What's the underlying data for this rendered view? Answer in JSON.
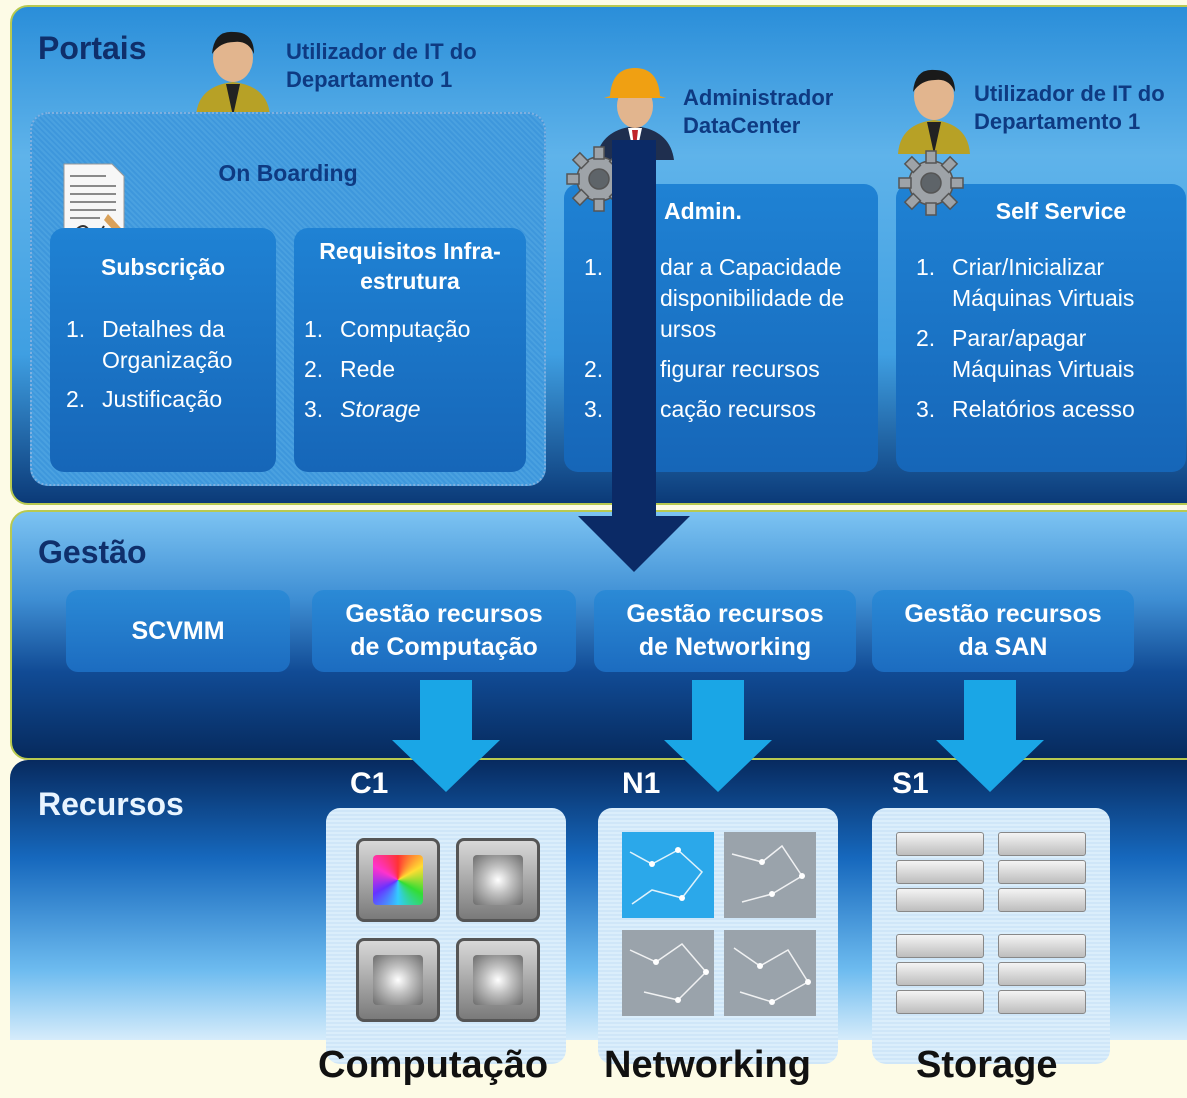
{
  "portais": {
    "title": "Portais",
    "user1_label": [
      "Utilizador de IT do",
      "Departamento 1"
    ],
    "admin_label": [
      "Administrador",
      "DataCenter"
    ],
    "user2_label": [
      "Utilizador de IT do",
      "Departamento 1"
    ],
    "onboarding": {
      "title": "On Boarding",
      "subscricao": {
        "title": "Subscrição",
        "items": [
          [
            "Detalhes da",
            "Organização"
          ],
          [
            "Justificação"
          ]
        ]
      },
      "requisitos": {
        "title": [
          "Requisitos Infra-",
          "estrutura"
        ],
        "items": [
          "Computação",
          "Rede",
          "Storage"
        ]
      }
    },
    "admin": {
      "title": "Admin.",
      "items": [
        [
          "dar a Capacidade",
          "disponibilidade de",
          "ursos"
        ],
        [
          "figurar recursos"
        ],
        [
          "cação recursos"
        ]
      ]
    },
    "self_service": {
      "title": "Self Service",
      "items": [
        [
          "Criar/Inicializar",
          "Máquinas Virtuais"
        ],
        [
          "Parar/apagar",
          "Máquinas Virtuais"
        ],
        [
          "Relatórios acesso"
        ]
      ]
    }
  },
  "gestao": {
    "title": "Gestão",
    "boxes": [
      [
        "SCVMM"
      ],
      [
        "Gestão recursos",
        "de Computação"
      ],
      [
        "Gestão recursos",
        "de Networking"
      ],
      [
        "Gestão recursos",
        "da SAN"
      ]
    ]
  },
  "recursos": {
    "title": "Recursos",
    "codes": [
      "C1",
      "N1",
      "S1"
    ],
    "names": [
      "Computação",
      "Networking",
      "Storage"
    ]
  },
  "colors": {
    "arrow_dark": "#0b2a66",
    "arrow_light": "#1aa6e6",
    "label_blue": "#0e3a82"
  },
  "icons": [
    "user-icon",
    "admin-hardhat-icon",
    "document-icon",
    "gear-icon",
    "chip-icon",
    "network-icon",
    "server-icon"
  ]
}
